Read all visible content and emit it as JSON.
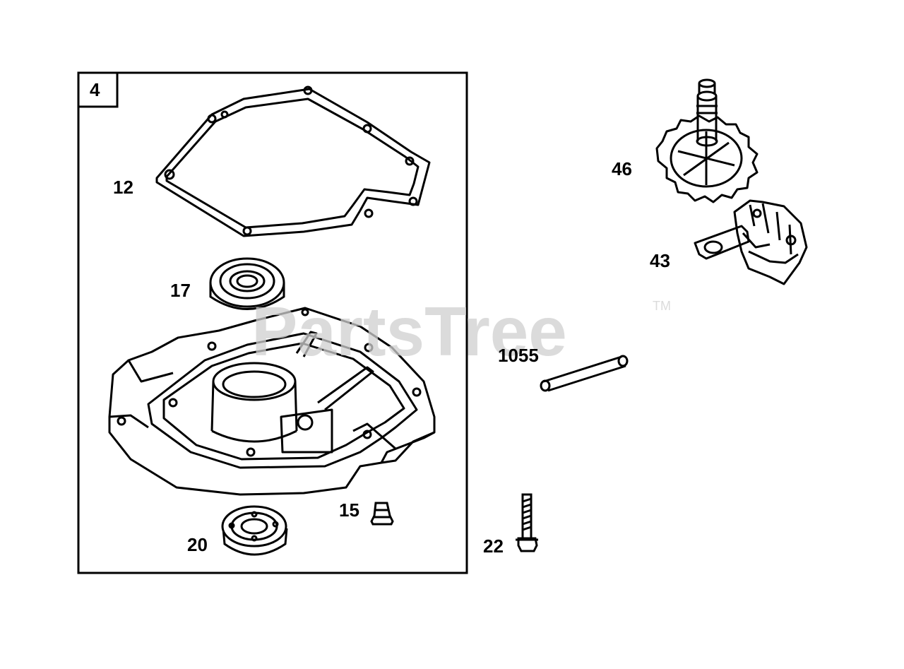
{
  "diagram": {
    "kit_number": "4",
    "labels": {
      "p12": "12",
      "p17": "17",
      "p15": "15",
      "p20": "20",
      "p46": "46",
      "p43": "43",
      "p1055": "1055",
      "p22": "22"
    }
  },
  "watermark": {
    "text": "PartsTree",
    "tm": "TM"
  },
  "colors": {
    "line": "#000000",
    "watermark": "#d0d0d0"
  }
}
